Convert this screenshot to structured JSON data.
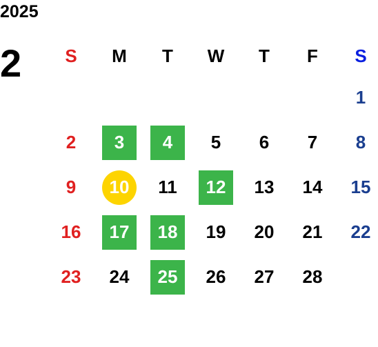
{
  "year": "2025",
  "month": "2",
  "weekdays": [
    "S",
    "M",
    "T",
    "W",
    "T",
    "F",
    "S"
  ],
  "colors": {
    "sunday": "#e02020",
    "saturday": "#1a3e8f",
    "saturday_header": "#0a1fe0",
    "highlight_green": "#3cb44a",
    "today_yellow": "#fdd400"
  },
  "weeks": [
    [
      "",
      "",
      "",
      "",
      "",
      "",
      "1"
    ],
    [
      "2",
      "3",
      "4",
      "5",
      "6",
      "7",
      "8"
    ],
    [
      "9",
      "10",
      "11",
      "12",
      "13",
      "14",
      "15"
    ],
    [
      "16",
      "17",
      "18",
      "19",
      "20",
      "21",
      "22"
    ],
    [
      "23",
      "24",
      "25",
      "26",
      "27",
      "28",
      ""
    ]
  ],
  "highlighted_days": [
    "3",
    "4",
    "12",
    "17",
    "18",
    "25"
  ],
  "today": "10"
}
